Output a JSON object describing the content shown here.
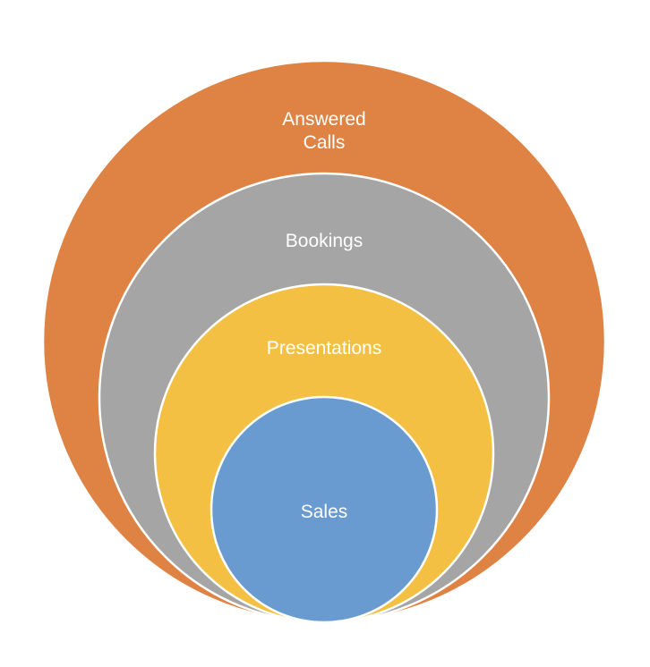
{
  "diagram": {
    "type": "nested-circles",
    "layers": [
      {
        "id": "answered-calls",
        "lines": [
          "Answered",
          "Calls"
        ],
        "color": "#DF8344"
      },
      {
        "id": "bookings",
        "lines": [
          "Bookings"
        ],
        "color": "#A5A5A5"
      },
      {
        "id": "presentations",
        "lines": [
          "Presentations"
        ],
        "color": "#F4C043"
      },
      {
        "id": "sales",
        "lines": [
          "Sales"
        ],
        "color": "#6A9BD0"
      }
    ]
  }
}
